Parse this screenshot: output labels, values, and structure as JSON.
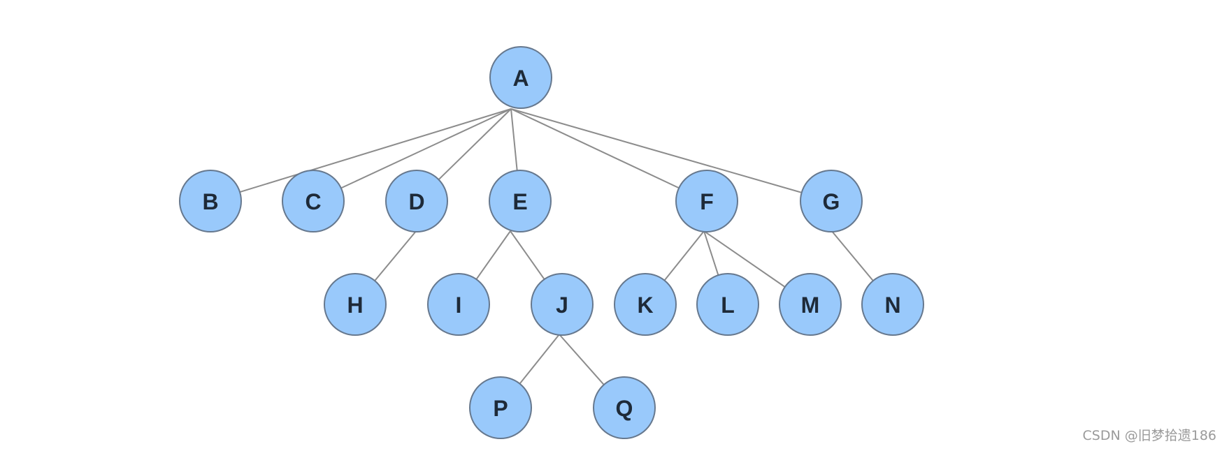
{
  "diagram": {
    "type": "tree",
    "colors": {
      "node_fill": "#99c9fb",
      "node_stroke": "#66788e",
      "edge": "#8c8c8c",
      "label": "#1e2a38"
    },
    "nodes": [
      {
        "id": "A",
        "label": "A"
      },
      {
        "id": "B",
        "label": "B"
      },
      {
        "id": "C",
        "label": "C"
      },
      {
        "id": "D",
        "label": "D"
      },
      {
        "id": "E",
        "label": "E"
      },
      {
        "id": "F",
        "label": "F"
      },
      {
        "id": "G",
        "label": "G"
      },
      {
        "id": "H",
        "label": "H"
      },
      {
        "id": "I",
        "label": "I"
      },
      {
        "id": "J",
        "label": "J"
      },
      {
        "id": "K",
        "label": "K"
      },
      {
        "id": "L",
        "label": "L"
      },
      {
        "id": "M",
        "label": "M"
      },
      {
        "id": "N",
        "label": "N"
      },
      {
        "id": "P",
        "label": "P"
      },
      {
        "id": "Q",
        "label": "Q"
      }
    ],
    "edges": [
      {
        "from": "A",
        "to": "B"
      },
      {
        "from": "A",
        "to": "C"
      },
      {
        "from": "A",
        "to": "D"
      },
      {
        "from": "A",
        "to": "E"
      },
      {
        "from": "A",
        "to": "F"
      },
      {
        "from": "A",
        "to": "G"
      },
      {
        "from": "D",
        "to": "H"
      },
      {
        "from": "E",
        "to": "I"
      },
      {
        "from": "E",
        "to": "J"
      },
      {
        "from": "F",
        "to": "K"
      },
      {
        "from": "F",
        "to": "L"
      },
      {
        "from": "F",
        "to": "M"
      },
      {
        "from": "G",
        "to": "N"
      },
      {
        "from": "J",
        "to": "P"
      },
      {
        "from": "J",
        "to": "Q"
      }
    ]
  },
  "watermark": {
    "text": "CSDN @旧梦拾遗186"
  }
}
